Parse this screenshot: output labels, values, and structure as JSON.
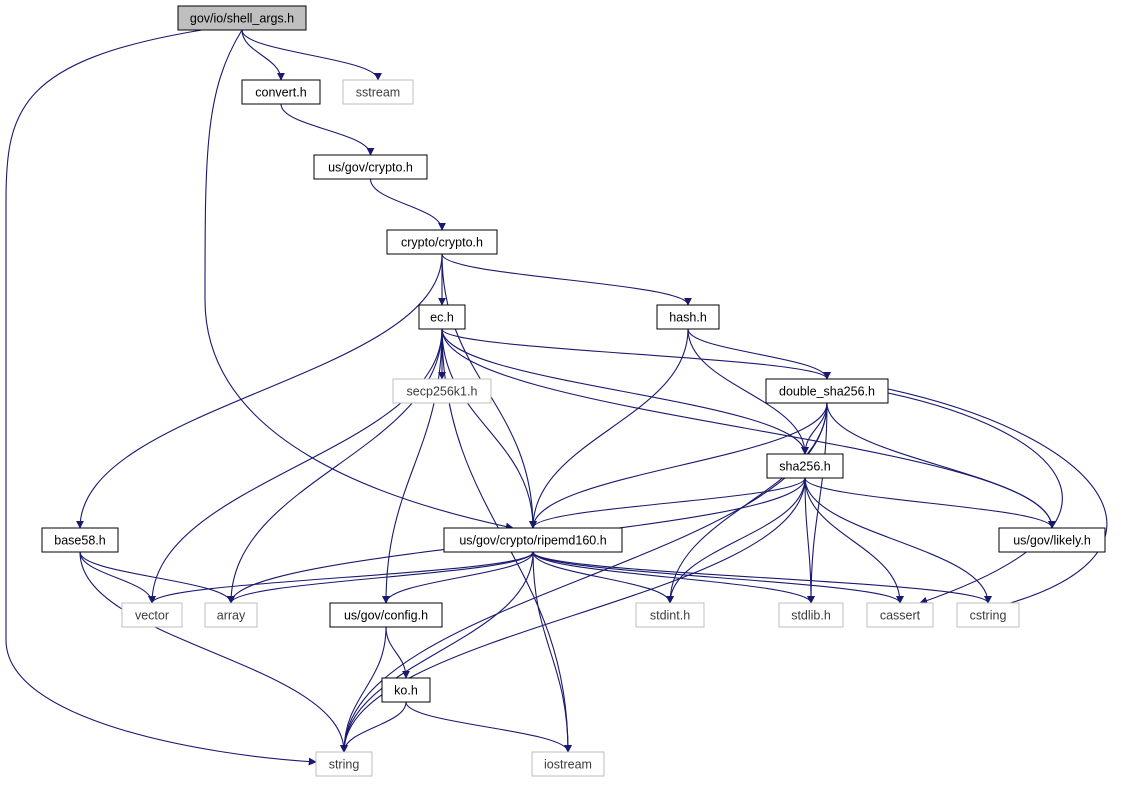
{
  "graph": {
    "edge_color": "#191970",
    "root_fill": "#bfbfbf",
    "external_border": "#bfbfbf",
    "nodes": [
      {
        "id": "shell_args",
        "label": "gov/io/shell_args.h",
        "kind": "root"
      },
      {
        "id": "convert",
        "label": "convert.h",
        "kind": "local"
      },
      {
        "id": "sstream",
        "label": "sstream",
        "kind": "system"
      },
      {
        "id": "usgovcrypto",
        "label": "us/gov/crypto.h",
        "kind": "local"
      },
      {
        "id": "cryptocrypto",
        "label": "crypto/crypto.h",
        "kind": "local"
      },
      {
        "id": "ec",
        "label": "ec.h",
        "kind": "local"
      },
      {
        "id": "hash",
        "label": "hash.h",
        "kind": "local"
      },
      {
        "id": "secp",
        "label": "secp256k1.h",
        "kind": "system"
      },
      {
        "id": "dsha",
        "label": "double_sha256.h",
        "kind": "local"
      },
      {
        "id": "sha",
        "label": "sha256.h",
        "kind": "local"
      },
      {
        "id": "base58",
        "label": "base58.h",
        "kind": "local"
      },
      {
        "id": "ripemd",
        "label": "us/gov/crypto/ripemd160.h",
        "kind": "local"
      },
      {
        "id": "likely",
        "label": "us/gov/likely.h",
        "kind": "local"
      },
      {
        "id": "vector",
        "label": "vector",
        "kind": "system"
      },
      {
        "id": "array",
        "label": "array",
        "kind": "system"
      },
      {
        "id": "config",
        "label": "us/gov/config.h",
        "kind": "local"
      },
      {
        "id": "stdint",
        "label": "stdint.h",
        "kind": "system"
      },
      {
        "id": "stdlib",
        "label": "stdlib.h",
        "kind": "system"
      },
      {
        "id": "cassert",
        "label": "cassert",
        "kind": "system"
      },
      {
        "id": "cstring",
        "label": "cstring",
        "kind": "system"
      },
      {
        "id": "ko",
        "label": "ko.h",
        "kind": "local"
      },
      {
        "id": "string",
        "label": "string",
        "kind": "system"
      },
      {
        "id": "iostream",
        "label": "iostream",
        "kind": "system"
      }
    ],
    "edges": [
      [
        "shell_args",
        "convert"
      ],
      [
        "shell_args",
        "sstream"
      ],
      [
        "shell_args",
        "string"
      ],
      [
        "shell_args",
        "ripemd"
      ],
      [
        "convert",
        "usgovcrypto"
      ],
      [
        "usgovcrypto",
        "cryptocrypto"
      ],
      [
        "cryptocrypto",
        "ec"
      ],
      [
        "cryptocrypto",
        "hash"
      ],
      [
        "cryptocrypto",
        "base58"
      ],
      [
        "cryptocrypto",
        "ripemd"
      ],
      [
        "ec",
        "secp"
      ],
      [
        "ec",
        "dsha"
      ],
      [
        "ec",
        "sha"
      ],
      [
        "ec",
        "likely"
      ],
      [
        "ec",
        "ripemd"
      ],
      [
        "ec",
        "vector"
      ],
      [
        "ec",
        "array"
      ],
      [
        "ec",
        "config"
      ],
      [
        "ec",
        "iostream"
      ],
      [
        "hash",
        "dsha"
      ],
      [
        "hash",
        "sha"
      ],
      [
        "hash",
        "ripemd"
      ],
      [
        "dsha",
        "sha"
      ],
      [
        "dsha",
        "ripemd"
      ],
      [
        "dsha",
        "likely"
      ],
      [
        "dsha",
        "string"
      ],
      [
        "dsha",
        "stdint"
      ],
      [
        "dsha",
        "stdlib"
      ],
      [
        "dsha",
        "cassert"
      ],
      [
        "dsha",
        "cstring"
      ],
      [
        "sha",
        "ripemd"
      ],
      [
        "sha",
        "likely"
      ],
      [
        "sha",
        "array"
      ],
      [
        "sha",
        "string"
      ],
      [
        "sha",
        "stdint"
      ],
      [
        "sha",
        "stdlib"
      ],
      [
        "sha",
        "cassert"
      ],
      [
        "sha",
        "cstring"
      ],
      [
        "base58",
        "vector"
      ],
      [
        "base58",
        "array"
      ],
      [
        "base58",
        "string"
      ],
      [
        "ripemd",
        "vector"
      ],
      [
        "ripemd",
        "array"
      ],
      [
        "ripemd",
        "config"
      ],
      [
        "ripemd",
        "string"
      ],
      [
        "ripemd",
        "iostream"
      ],
      [
        "ripemd",
        "stdint"
      ],
      [
        "ripemd",
        "stdlib"
      ],
      [
        "ripemd",
        "cassert"
      ],
      [
        "ripemd",
        "cstring"
      ],
      [
        "config",
        "ko"
      ],
      [
        "config",
        "string"
      ],
      [
        "ko",
        "string"
      ],
      [
        "ko",
        "iostream"
      ]
    ]
  }
}
